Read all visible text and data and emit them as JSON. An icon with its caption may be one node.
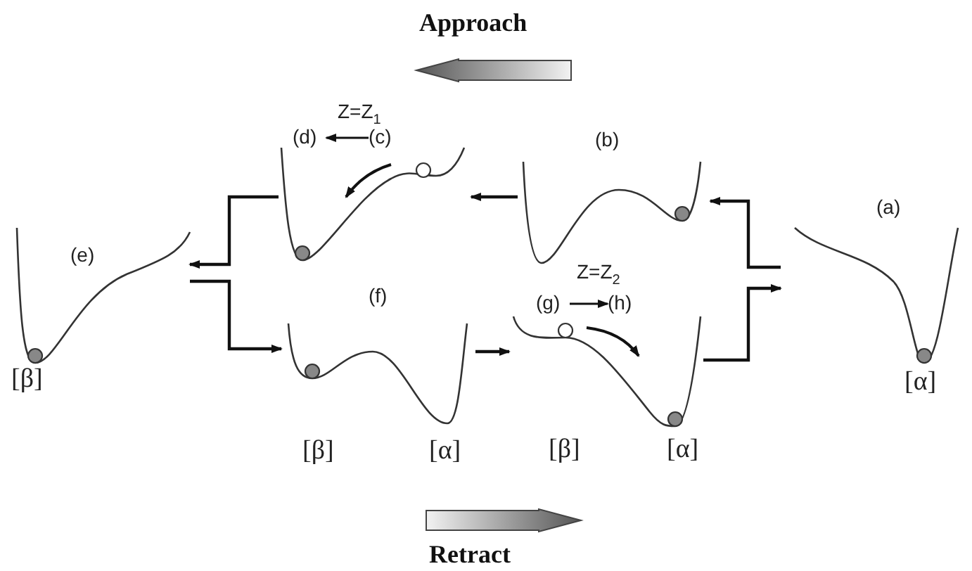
{
  "diagram": {
    "nodes": [
      {
        "text": [
          "(e)",
          "[β]"
        ]
      },
      {
        "text": [
          "Z=Z$_{1}$"
        ]
      },
      {
        "text": [
          "(d)"
        ],
        "in": 1
      },
      {
        "text": [
          "(c)"
        ],
        "in": 1
      },
      {
        "text": [
          "(b)"
        ]
      },
      {
        "text": [
          "(a)",
          "[α]"
        ]
      },
      {
        "text": [
          "(f)",
          "[β]",
          "[α]"
        ]
      },
      {
        "text": [
          "Z=Z$_{2}$",
          "[β]",
          "[α]"
        ]
      },
      {
        "text": [
          "(g)"
        ],
        "in": 7
      },
      {
        "text": [
          "(h)"
        ],
        "in": 7
      }
    ],
    "edges": [
      {
        "from": 5,
        "to": 4,
        "arrow": "to"
      },
      {
        "from": 4,
        "to": 1,
        "arrow": "to"
      },
      {
        "from": 1,
        "to": 0,
        "arrow": "to"
      },
      {
        "from": 0,
        "to": 6,
        "arrow": "to"
      },
      {
        "from": 6,
        "to": 7,
        "arrow": "to"
      },
      {
        "from": 7,
        "to": 5,
        "arrow": "to"
      },
      {
        "from": 3,
        "to": 2,
        "arrow": "to"
      },
      {
        "from": 8,
        "to": 9,
        "arrow": "to"
      }
    ],
    "labels": [
      "Approach",
      "Retract"
    ]
  }
}
